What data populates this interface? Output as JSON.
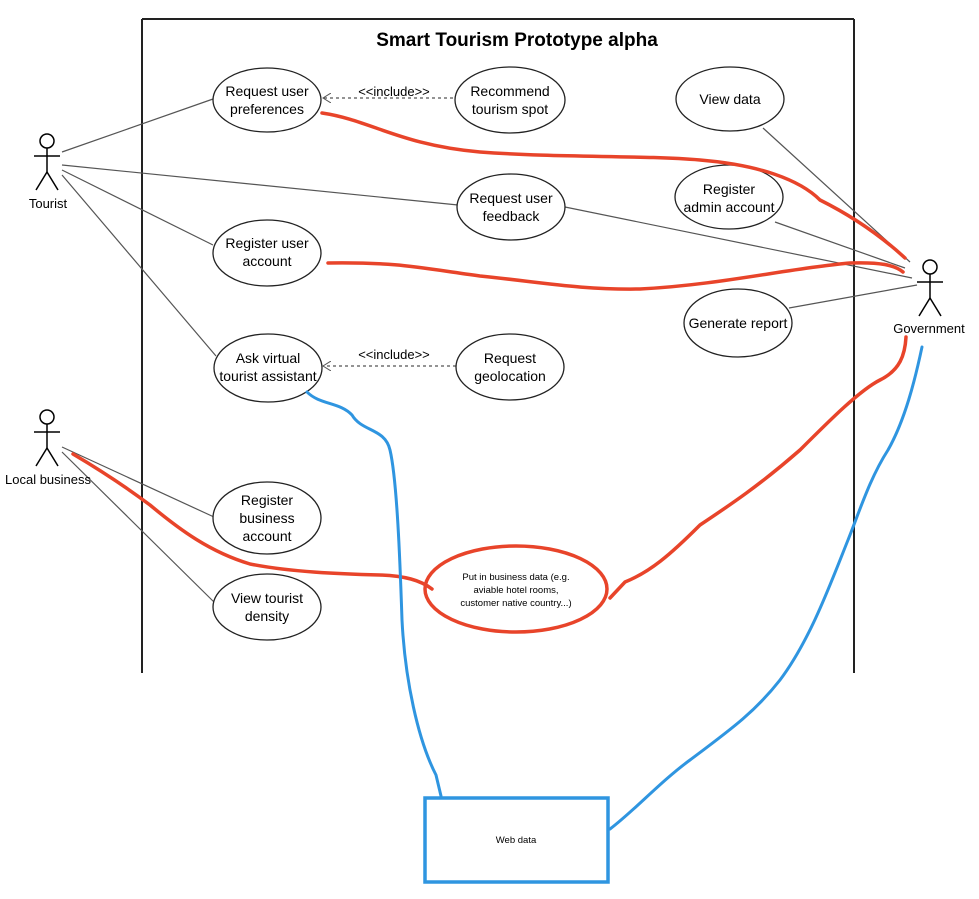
{
  "system": {
    "title": "Smart Tourism Prototype alpha"
  },
  "actors": {
    "tourist": "Tourist",
    "local_business": "Local business",
    "government": "Government"
  },
  "use_cases": {
    "request_prefs": [
      "Request user",
      "preferences"
    ],
    "recommend_spot": [
      "Recommend",
      "tourism spot"
    ],
    "view_data": [
      "View data"
    ],
    "request_feedback": [
      "Request user",
      "feedback"
    ],
    "register_admin": [
      "Register",
      "admin account"
    ],
    "register_user": [
      "Register user",
      "account"
    ],
    "generate_report": [
      "Generate report"
    ],
    "ask_assistant": [
      "Ask virtual",
      "tourist assistant"
    ],
    "request_geo": [
      "Request",
      "geolocation"
    ],
    "register_business": [
      "Register",
      "business",
      "account"
    ],
    "view_density": [
      "View tourist",
      "density"
    ],
    "put_business_data": [
      "Put in business data (e.g.",
      "aviable hotel rooms,",
      "customer native country...)"
    ]
  },
  "relations": {
    "include_1": "<<include>>",
    "include_2": "<<include>>"
  },
  "external": {
    "web_data": "Web data"
  },
  "colors": {
    "annotation_red": "#e8442a",
    "annotation_blue": "#2f95e0",
    "line_gray": "#555555"
  }
}
